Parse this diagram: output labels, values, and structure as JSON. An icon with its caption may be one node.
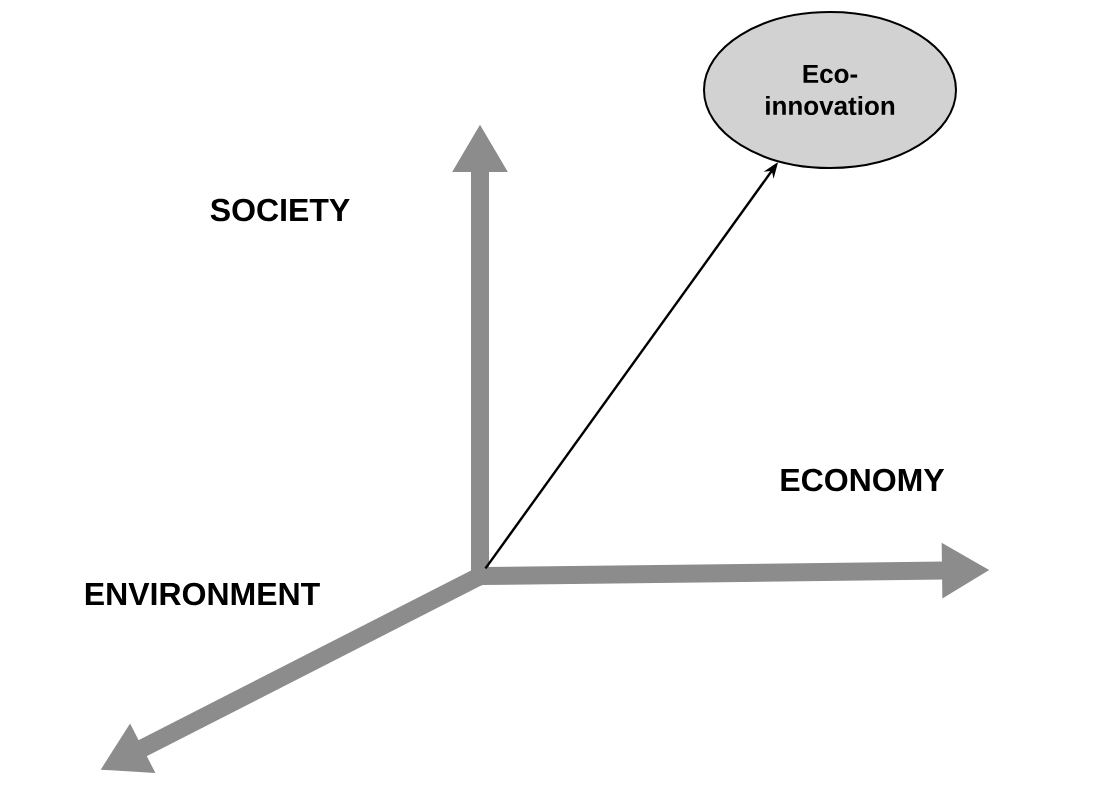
{
  "diagram": {
    "nodes": [
      {
        "text": [
          "Eco- innovation"
        ]
      },
      {
        "text": [],
        "shape": "circle"
      }
    ],
    "edges": [
      {
        "from": 1,
        "to": 0,
        "arrow": "to"
      }
    ],
    "labels": [
      "SOCIETY",
      "ECONOMY",
      "ENVIRONMENT"
    ]
  }
}
